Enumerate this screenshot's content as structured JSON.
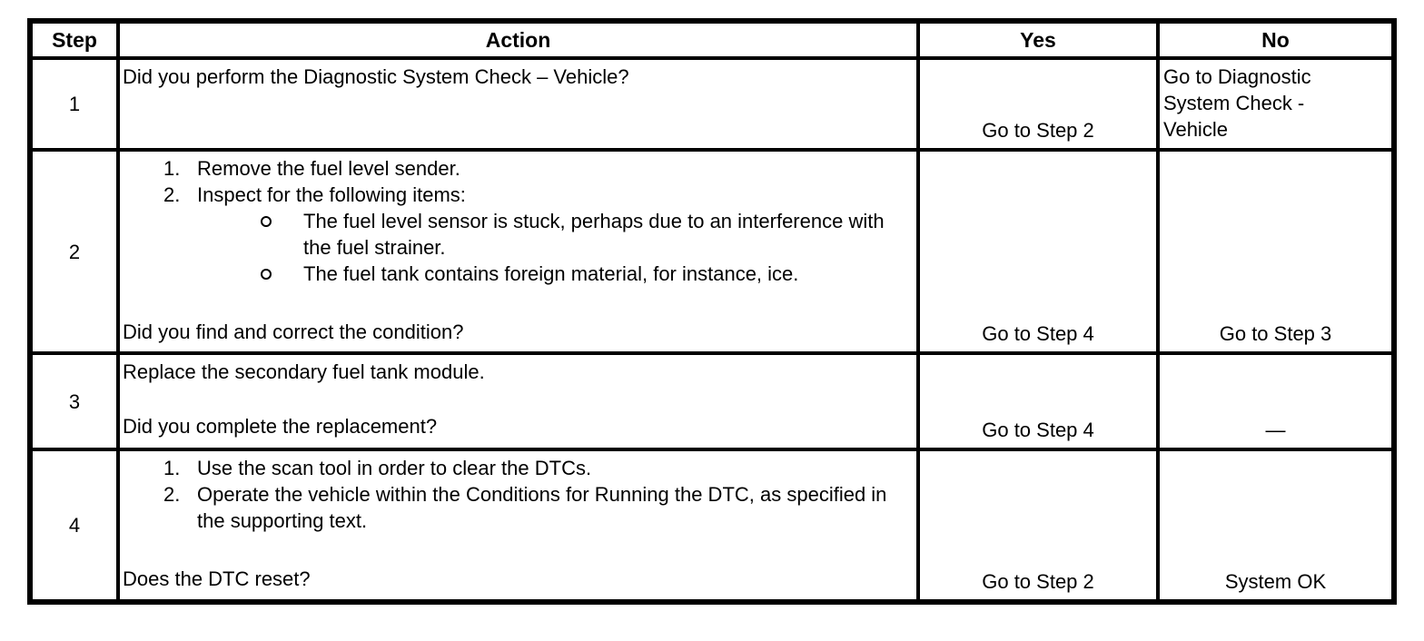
{
  "table": {
    "headers": {
      "step": "Step",
      "action": "Action",
      "yes": "Yes",
      "no": "No"
    },
    "rows": [
      {
        "step": "1",
        "action": {
          "question": "Did you perform the Diagnostic System Check – Vehicle?"
        },
        "yes": "Go to Step 2",
        "no": "Go to Diagnostic System Check - Vehicle"
      },
      {
        "step": "2",
        "action": {
          "numbered": [
            "Remove the fuel level sender.",
            "Inspect for the following items:"
          ],
          "bullets": [
            "The fuel level sensor is stuck, perhaps due to an interference with the fuel strainer.",
            "The fuel tank contains foreign material, for instance, ice."
          ],
          "question": "Did you find and correct the condition?"
        },
        "yes": "Go to Step 4",
        "no": "Go to Step 3"
      },
      {
        "step": "3",
        "action": {
          "statement": "Replace the secondary fuel tank module.",
          "question": "Did you complete the replacement?"
        },
        "yes": "Go to Step 4",
        "no": "—"
      },
      {
        "step": "4",
        "action": {
          "numbered": [
            "Use the scan tool in order to clear the DTCs.",
            "Operate the vehicle within the Conditions for Running the DTC, as specified in the supporting text."
          ],
          "question": "Does the DTC reset?"
        },
        "yes": "Go to Step 2",
        "no": "System OK"
      }
    ]
  }
}
